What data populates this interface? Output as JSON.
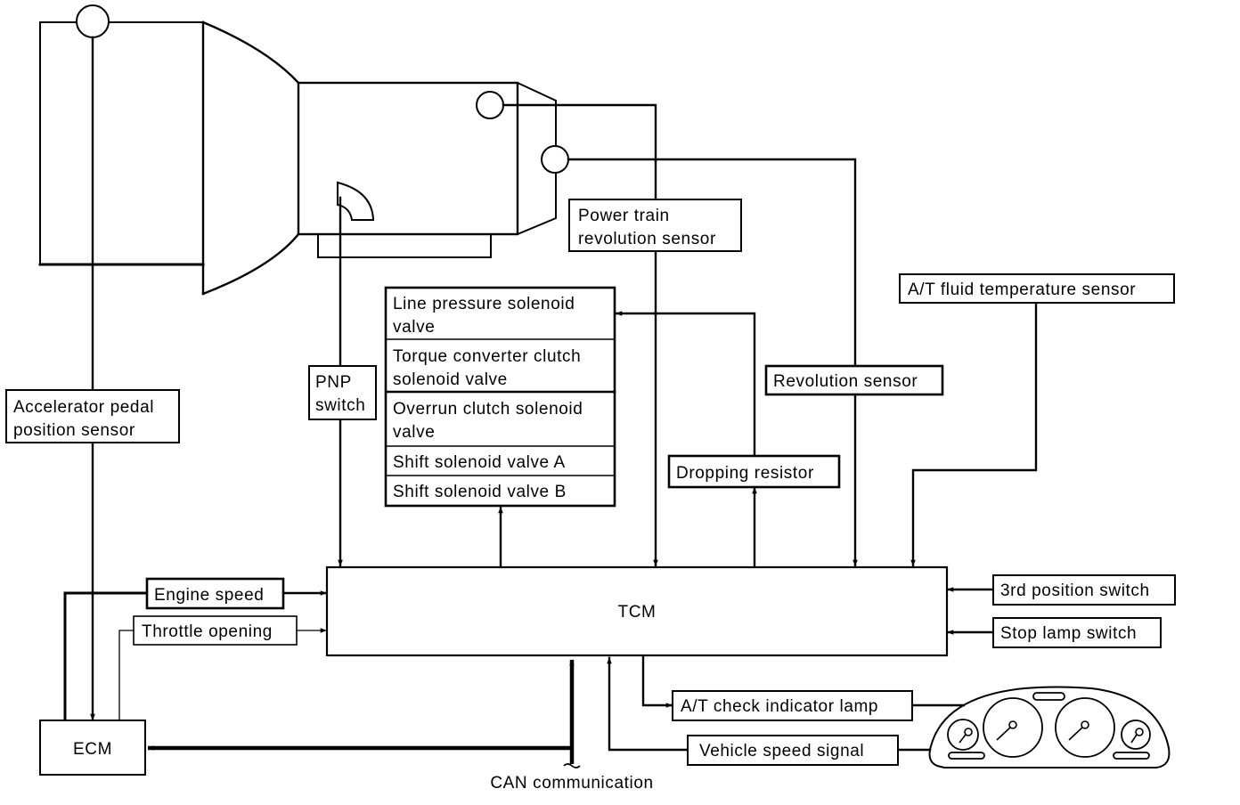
{
  "diagram": {
    "tcm": "TCM",
    "ecm": "ECM",
    "can": "CAN communication",
    "labels": {
      "power_train_line1": "Power train",
      "power_train_line2": "revolution sensor",
      "at_fluid": "A/T fluid temperature sensor",
      "revolution": "Revolution sensor",
      "dropping": "Dropping resistor",
      "accel_line1": "Accelerator pedal",
      "accel_line2": "position sensor",
      "pnp_line1": "PNP",
      "pnp_line2": "switch",
      "engine_speed": "Engine speed",
      "throttle": "Throttle opening",
      "third_pos": "3rd position switch",
      "stop_lamp": "Stop lamp switch",
      "at_check": "A/T check indicator lamp",
      "vehicle_speed": "Vehicle speed signal"
    },
    "solenoids": [
      {
        "line1": "Line pressure solenoid",
        "line2": "valve"
      },
      {
        "line1": "Torque converter clutch",
        "line2": "solenoid valve"
      },
      {
        "line1": "Overrun clutch solenoid",
        "line2": "valve"
      },
      {
        "line1": "Shift solenoid valve A",
        "line2": ""
      },
      {
        "line1": "Shift solenoid valve B",
        "line2": ""
      }
    ]
  }
}
